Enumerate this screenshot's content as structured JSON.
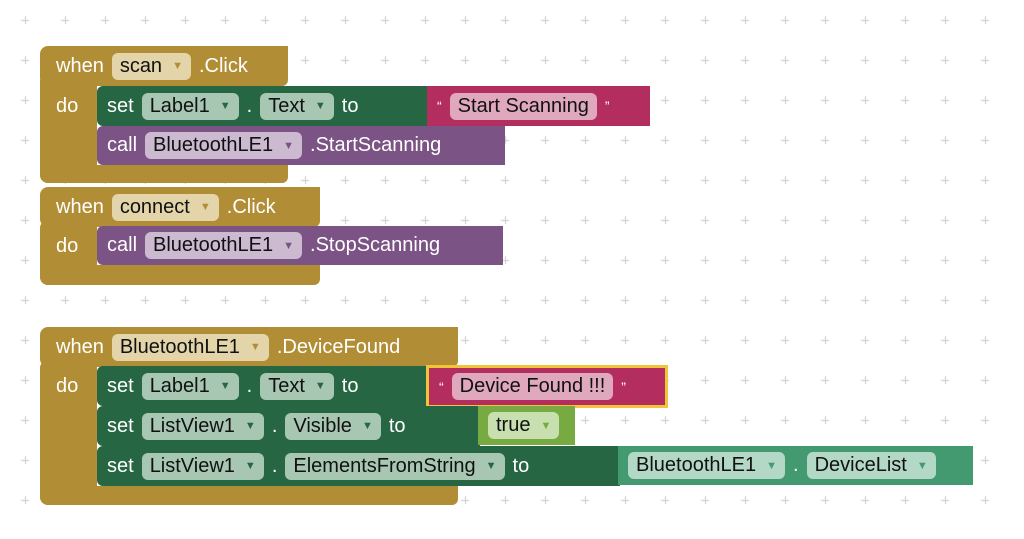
{
  "kw": {
    "when": "when",
    "do": "do",
    "set": "set",
    "call": "call",
    "to": "to",
    "dot": ".",
    "open_quote": "“",
    "close_quote": "”",
    "arrow": "▼"
  },
  "colors": {
    "event": "#b18e35",
    "setter": "#266642",
    "call": "#7c5385",
    "text": "#b32d5e",
    "logic": "#77ab41",
    "getter": "#439970"
  },
  "blocks": [
    {
      "component": "scan",
      "event": ".Click",
      "set": {
        "component": "Label1",
        "property": "Text",
        "value": "Start Scanning"
      },
      "call": {
        "component": "BluetoothLE1",
        "method": ".StartScanning"
      }
    },
    {
      "component": "connect",
      "event": ".Click",
      "call": {
        "component": "BluetoothLE1",
        "method": ".StopScanning"
      }
    },
    {
      "component": "BluetoothLE1",
      "event": ".DeviceFound",
      "set1": {
        "component": "Label1",
        "property": "Text",
        "value": "Device Found !!!"
      },
      "set2": {
        "component": "ListView1",
        "property": "Visible",
        "value": "true"
      },
      "set3": {
        "component": "ListView1",
        "property": "ElementsFromString",
        "get_component": "BluetoothLE1",
        "get_property": "DeviceList"
      }
    }
  ]
}
